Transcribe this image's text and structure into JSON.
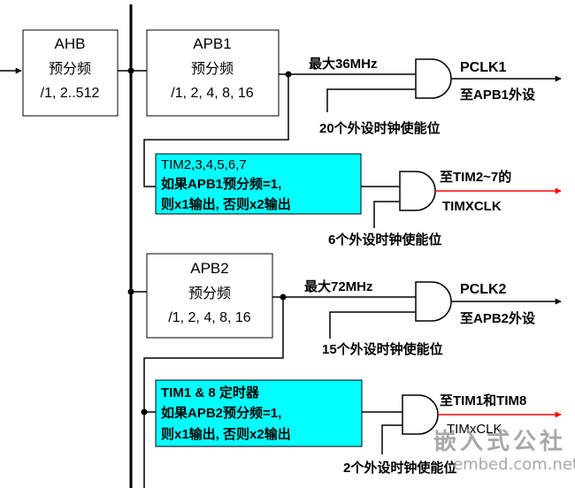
{
  "ahb": {
    "name": "AHB",
    "sub": "预分频",
    "range": "/1, 2..512"
  },
  "apb1": {
    "name": "APB1",
    "sub": "预分频",
    "range": "/1, 2, 4, 8, 16",
    "max_label": "最大36MHz",
    "out_label": "PCLK1",
    "dest_label": "至APB1外设",
    "enable_label": "20个外设时钟使能位"
  },
  "tim27": {
    "line1": "TIM2,3,4,5,6,7",
    "line2": "如果APB1预分频=1,",
    "line3": "则x1输出, 否则x2输出",
    "dest_label": "至TIM2~7的",
    "out_label": "TIMXCLK",
    "enable_label": "6个外设时钟使能位"
  },
  "apb2": {
    "name": "APB2",
    "sub": "预分频",
    "range": "/1, 2, 4, 8, 16",
    "max_label": "最大72MHz",
    "out_label": "PCLK2",
    "dest_label": "至APB2外设",
    "enable_label": "15个外设时钟使能位"
  },
  "tim18": {
    "line1": "TIM1 & 8 定时器",
    "line2": "如果APB2预分频=1,",
    "line3": "则x1输出, 否则x2输出",
    "dest_label": "至TIM1和TIM8",
    "out_label": "TIMxCLK",
    "enable_label": "2个外设时钟使能位"
  },
  "watermark": {
    "line1": "嵌入式公社",
    "line2": "embed.com.net"
  },
  "colors": {
    "cyan": "#00ffff",
    "red": "#ff0000",
    "black": "#000000",
    "watermark": "#9a9a9a"
  }
}
